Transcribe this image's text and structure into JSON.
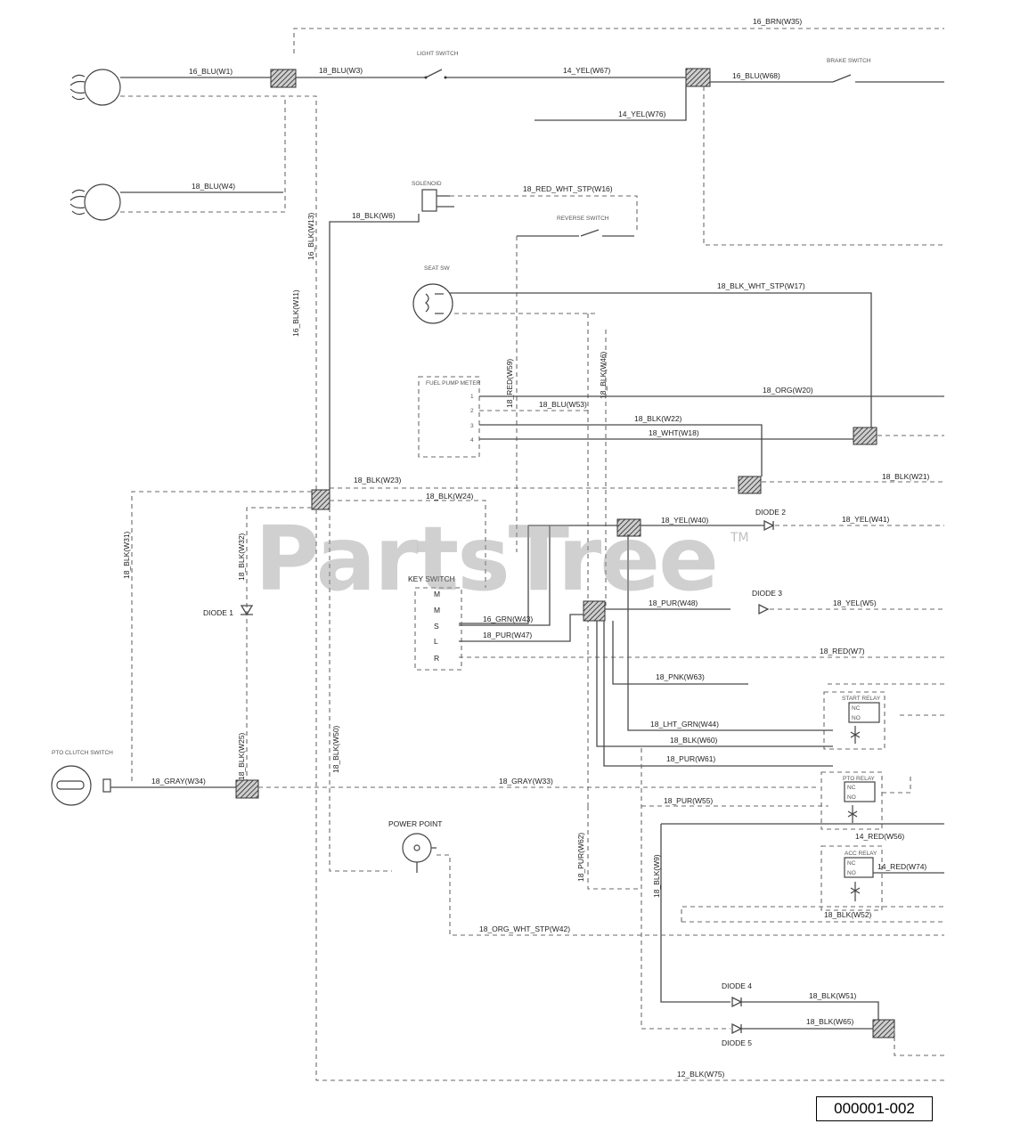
{
  "diagram_id": "000001-002",
  "watermark": {
    "text": "PartsTree",
    "mark": "TM"
  },
  "components": {
    "light_switch": "LIGHT SWITCH",
    "brake_switch": "BRAKE SWITCH",
    "seat_switch": "SEAT SW",
    "reverse_switch": "REVERSE SWITCH",
    "solenoid": "SOLENOID",
    "fuel_pump_meter": "FUEL PUMP METER",
    "key_switch": "KEY SWITCH",
    "key_switch_terminals": [
      "M",
      "M",
      "S",
      "L",
      "R"
    ],
    "meter_terminals": [
      "1",
      "2",
      "3",
      "4"
    ],
    "diode_1": "DIODE 1",
    "diode_2": "DIODE 2",
    "diode_3": "DIODE 3",
    "diode_4": "DIODE 4",
    "diode_5": "DIODE 5",
    "power_point": "POWER POINT",
    "pto_switch": "PTO CLUTCH SWITCH",
    "start_relay": "START RELAY",
    "pto_relay": "PTO RELAY",
    "acc_relay": "ACC RELAY",
    "nc": "NC",
    "no": "NO"
  },
  "wires": {
    "w35": "16_BRN(W35)",
    "w1": "16_BLU(W1)",
    "w3": "18_BLU(W3)",
    "w67": "14_YEL(W67)",
    "w68": "16_BLU(W68)",
    "w76": "14_YEL(W76)",
    "w4": "18_BLU(W4)",
    "w16": "18_RED_WHT_STP(W16)",
    "w6": "18_BLK(W6)",
    "w13": "16_BLK(W13)",
    "w11": "16_BLK(W11)",
    "w17": "18_BLK_WHT_STP(W17)",
    "w59": "18_RED(W59)",
    "w46": "18_BLK(W46)",
    "w20": "18_ORG(W20)",
    "w53": "18_BLU(W53)",
    "w22": "18_BLK(W22)",
    "w18": "18_WHT(W18)",
    "w23": "18_BLK(W23)",
    "w21": "18_BLK(W21)",
    "w24": "18_BLK(W24)",
    "w31": "18_BLK(W31)",
    "w32": "18_BLK(W32)",
    "w40": "18_YEL(W40)",
    "w41": "18_YEL(W41)",
    "w48": "18_PUR(W48)",
    "w5": "18_YEL(W5)",
    "w43": "16_GRN(W43)",
    "w47": "18_PUR(W47)",
    "w7": "18_RED(W7)",
    "w63": "18_PNK(W63)",
    "w44": "18_LHT_GRN(W44)",
    "w60": "18_BLK(W60)",
    "w61": "18_PUR(W61)",
    "w34": "18_GRAY(W34)",
    "w33": "18_GRAY(W33)",
    "w25": "18_BLK(W25)",
    "w50": "18_BLK(W50)",
    "w55": "18_PUR(W55)",
    "w56": "14_RED(W56)",
    "w74": "14_RED(W74)",
    "w62": "18_PUR(W62)",
    "w9": "18_BLK(W9)",
    "w52": "18_BLK(W52)",
    "w42": "18_ORG_WHT_STP(W42)",
    "w51": "18_BLK(W51)",
    "w65": "18_BLK(W65)",
    "w75": "12_BLK(W75)"
  }
}
